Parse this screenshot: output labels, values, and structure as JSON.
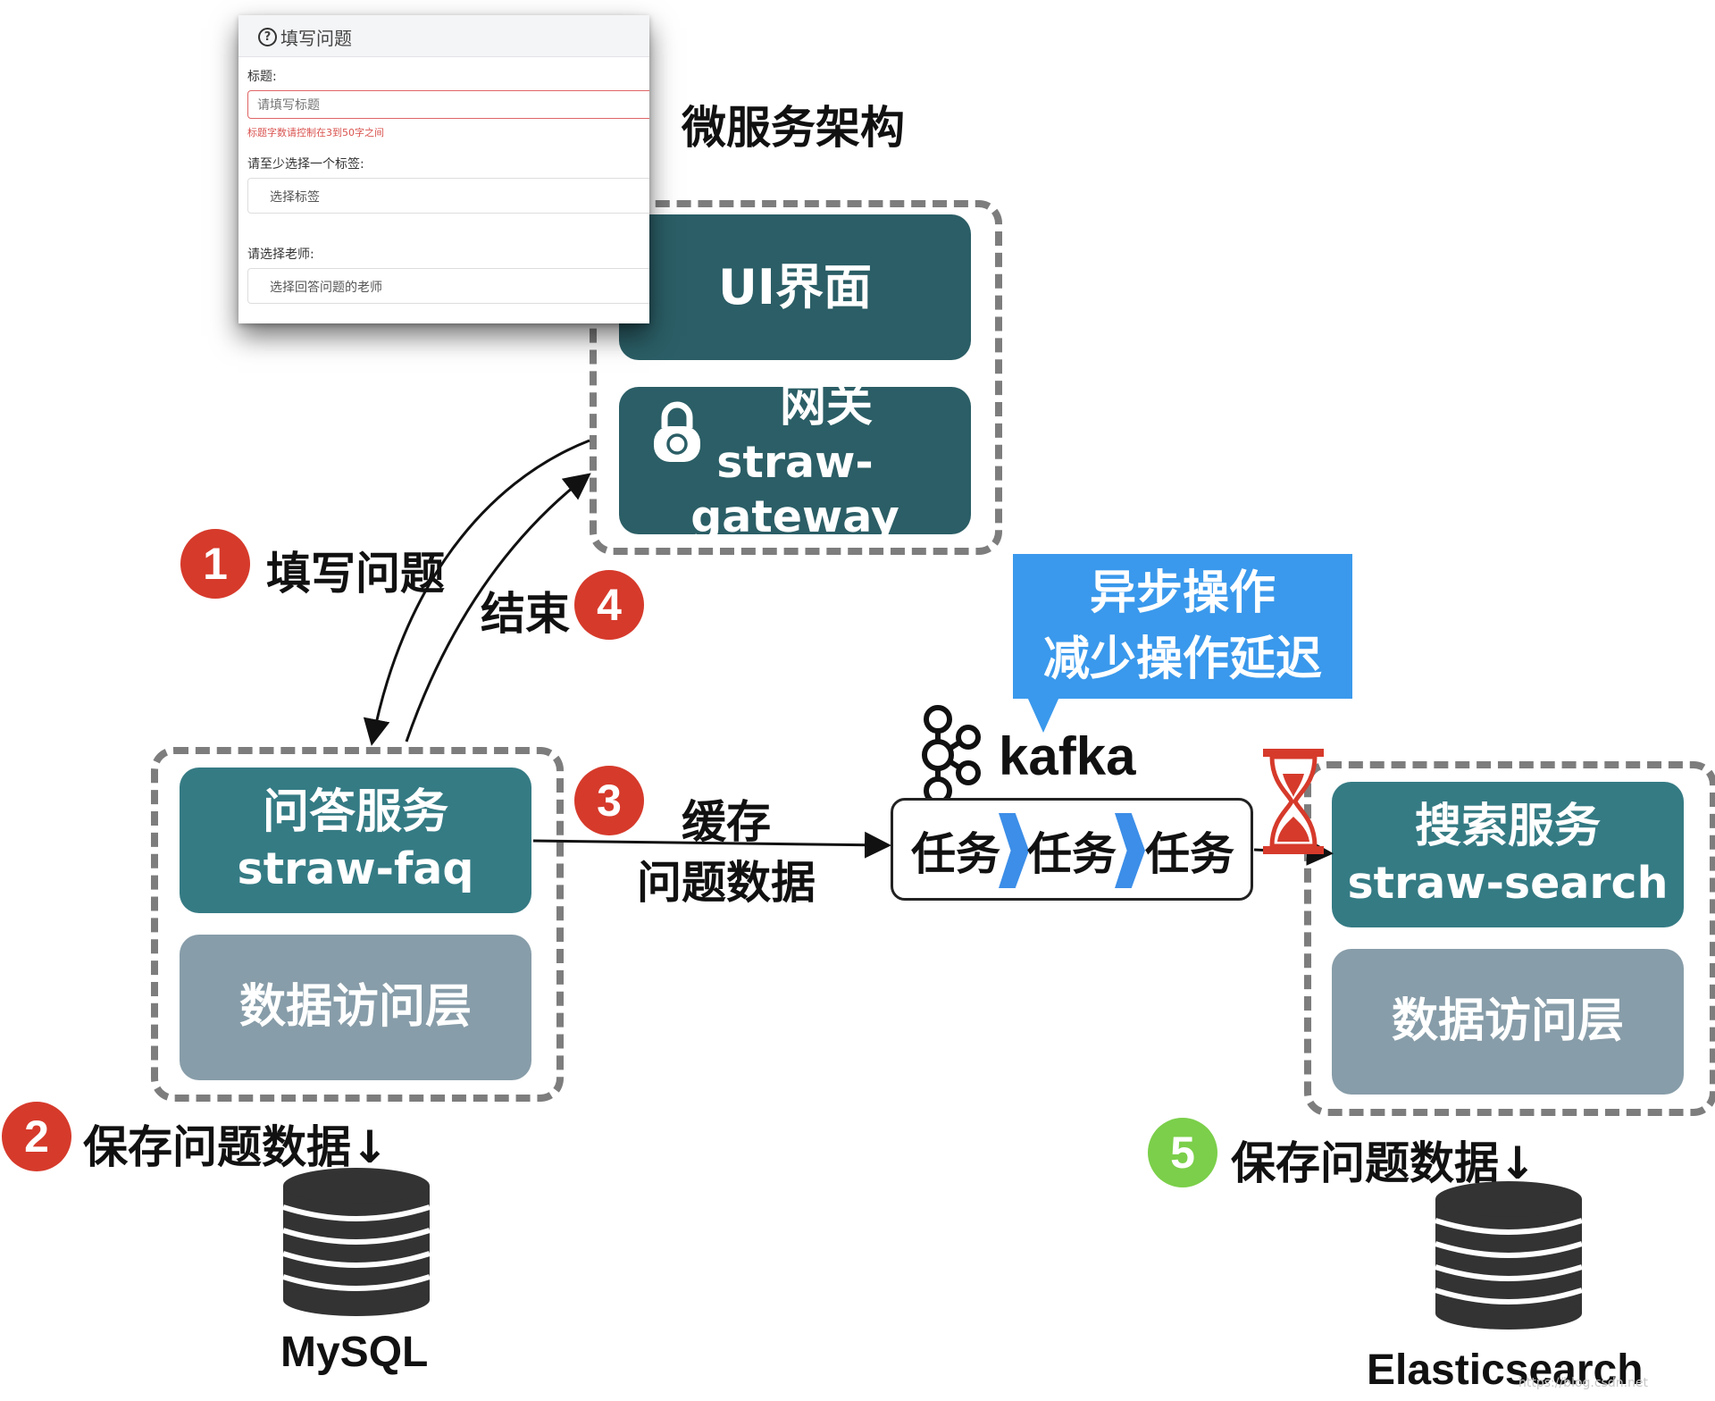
{
  "title": "微服务架构",
  "form": {
    "header": "填写问题",
    "header_icon": "question-circle-icon",
    "title_label": "标题:",
    "title_placeholder": "请填写标题",
    "title_error": "标题字数请控制在3到50字之间",
    "tags_label": "请至少选择一个标签:",
    "tags_placeholder": "选择标签",
    "teacher_label": "请选择老师:",
    "teacher_placeholder": "选择回答问题的老师"
  },
  "gateway_group": {
    "ui_box": "UI界面",
    "gateway_box_line1": "网关",
    "gateway_box_line2": "straw-gateway",
    "icon": "lock-icon"
  },
  "faq_group": {
    "service_line1": "问答服务",
    "service_line2": "straw-faq",
    "dal": "数据访问层"
  },
  "search_group": {
    "service_line1": "搜索服务",
    "service_line2": "straw-search",
    "dal": "数据访问层",
    "icon": "hourglass-icon"
  },
  "steps": [
    {
      "number": "1",
      "label": "填写问题",
      "color": "#d63a2b"
    },
    {
      "number": "2",
      "label": "保存问题数据↓",
      "color": "#d63a2b"
    },
    {
      "number": "3",
      "label_line1": "缓存",
      "label_line2": "问题数据",
      "color": "#d63a2b"
    },
    {
      "number": "4",
      "label": "结束",
      "color": "#d63a2b"
    },
    {
      "number": "5",
      "label": "保存问题数据↓",
      "color": "#7bcf4a"
    }
  ],
  "kafka": {
    "name": "kafka",
    "icon": "kafka-logo-icon",
    "tasks": [
      "任务",
      "任务",
      "任务"
    ]
  },
  "callout": {
    "line1": "异步操作",
    "line2": "减少操作延迟"
  },
  "databases": {
    "left": "MySQL",
    "right": "Elasticsearch",
    "icon": "database-icon"
  },
  "colors": {
    "dark_teal": "#2b5e66",
    "teal": "#357b84",
    "grey": "#879da9",
    "red_badge": "#d63a2b",
    "green_badge": "#7bcf4a",
    "callout_blue": "#3a99ec"
  },
  "watermark": "https://blog.csdn.net"
}
